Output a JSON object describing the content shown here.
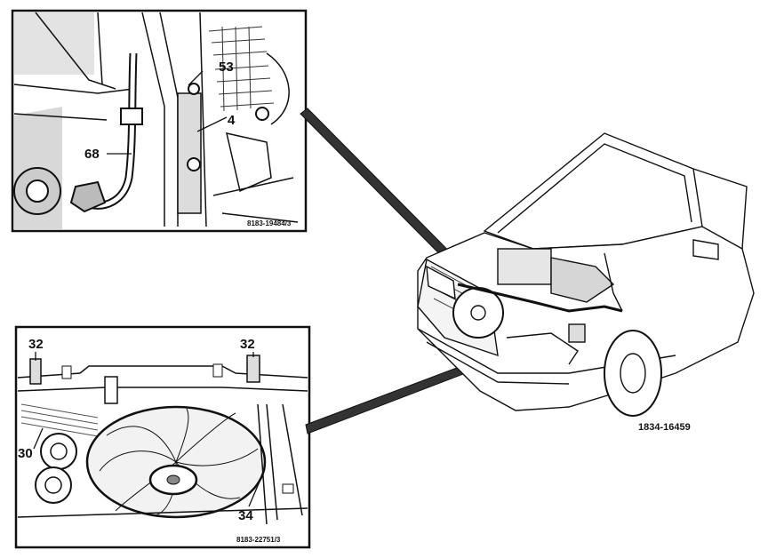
{
  "figure": {
    "code": "1834-16459",
    "colors": {
      "ink": "#111111",
      "paper": "#ffffff",
      "hatch": "#555555"
    }
  },
  "top_inset": {
    "ref_code": "8183-19484/3",
    "labels": {
      "a": "53",
      "b": "4",
      "c": "68"
    }
  },
  "bottom_inset": {
    "ref_code": "8183-22751/3",
    "labels": {
      "left_bracket": "32",
      "right_bracket": "32",
      "side": "30",
      "bottom": "34"
    }
  },
  "overview": {
    "subject": "car-front-three-quarter-view"
  }
}
